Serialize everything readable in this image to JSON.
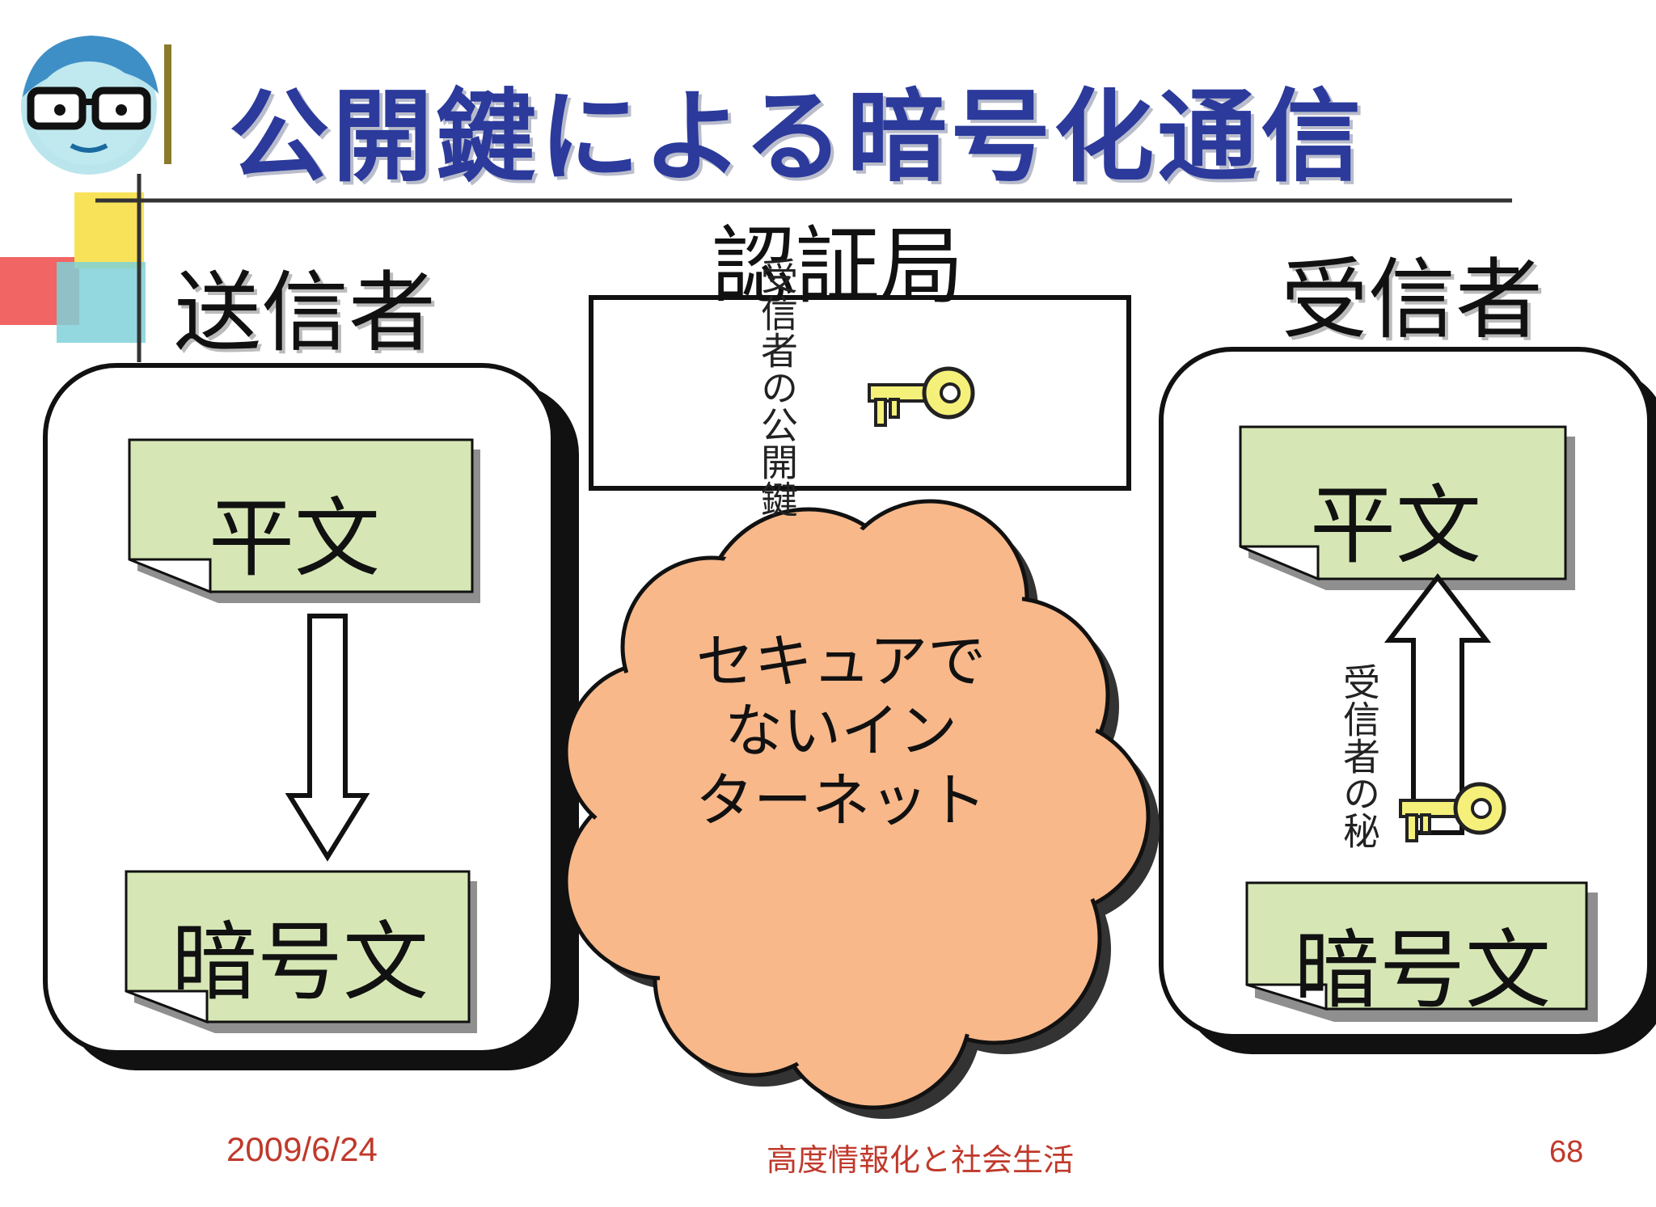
{
  "title": "公開鍵による暗号化通信",
  "certificate_authority": {
    "label": "認証局",
    "key_caption": "受信者の公開鍵"
  },
  "sender": {
    "label": "送信者",
    "plaintext": "平文",
    "ciphertext": "暗号文"
  },
  "receiver": {
    "label": "受信者",
    "plaintext": "平文",
    "ciphertext": "暗号文",
    "key_caption": "受信者の秘"
  },
  "network": {
    "lines": [
      "セキュアで",
      "ないイン",
      "ターネット"
    ]
  },
  "footer": {
    "date": "2009/6/24",
    "course": "高度情報化と社会生活",
    "page": "68"
  },
  "colors": {
    "title": "#2b3a9b",
    "document_fill": "#d6e7b5",
    "cloud_fill": "#f8b88a",
    "key_fill": "#f4f07a",
    "footer_date": "#c0392b"
  },
  "icons": [
    "teacher-avatar-icon",
    "key-icon",
    "arrow-down-icon",
    "arrow-up-icon",
    "cloud-icon"
  ]
}
